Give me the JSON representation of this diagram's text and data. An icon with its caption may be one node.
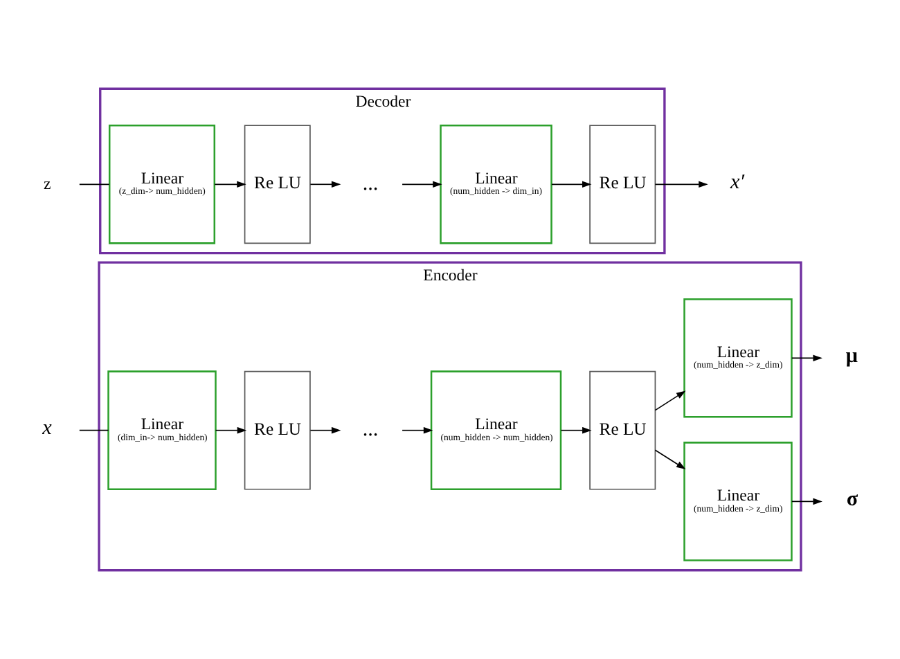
{
  "diagram": {
    "nodes": [
      {
        "text": [
          "Encoder"
        ]
      },
      {
        "text": [
          "x"
        ]
      },
      {
        "text": [
          "Linear",
          "(dim_in-> num_hidden)"
        ],
        "in": 0
      },
      {
        "text": [
          "Re LU"
        ],
        "in": 0
      },
      {
        "text": [
          "..."
        ],
        "in": 0
      },
      {
        "text": [
          "Linear",
          "(num_hidden -> num_hidden)"
        ],
        "in": 0
      },
      {
        "text": [
          "Re LU"
        ],
        "in": 0
      },
      {
        "text": [
          "Linear",
          "(num_hidden -> z_dim)"
        ],
        "in": 0
      },
      {
        "text": [
          "Linear",
          "(num_hidden -> z_dim)"
        ],
        "in": 0
      },
      {
        "text": [
          "μ"
        ]
      },
      {
        "text": [
          "σ"
        ]
      },
      {
        "text": [
          "Decoder"
        ]
      },
      {
        "text": [
          "z"
        ]
      },
      {
        "text": [
          "Linear",
          "(z_dim-> num_hidden)"
        ],
        "in": 11
      },
      {
        "text": [
          "Re LU"
        ],
        "in": 11
      },
      {
        "text": [
          "..."
        ],
        "in": 11
      },
      {
        "text": [
          "Linear",
          "(num_hidden -> dim_in)"
        ],
        "in": 11
      },
      {
        "text": [
          "Re LU"
        ],
        "in": 11
      },
      {
        "text": [
          "x′"
        ]
      }
    ],
    "edges": [
      {
        "from": 1,
        "to": 2,
        "arrow": "none"
      },
      {
        "from": 2,
        "to": 3,
        "arrow": "to"
      },
      {
        "from": 3,
        "to": 4,
        "arrow": "to"
      },
      {
        "from": 4,
        "to": 5,
        "arrow": "to"
      },
      {
        "from": 5,
        "to": 6,
        "arrow": "to"
      },
      {
        "from": 6,
        "to": 7,
        "arrow": "to"
      },
      {
        "from": 6,
        "to": 8,
        "arrow": "to"
      },
      {
        "from": 7,
        "to": 9,
        "arrow": "to"
      },
      {
        "from": 8,
        "to": 10,
        "arrow": "to"
      },
      {
        "from": 12,
        "to": 13,
        "arrow": "none"
      },
      {
        "from": 13,
        "to": 14,
        "arrow": "to"
      },
      {
        "from": 14,
        "to": 15,
        "arrow": "to"
      },
      {
        "from": 15,
        "to": 16,
        "arrow": "to"
      },
      {
        "from": 16,
        "to": 17,
        "arrow": "to"
      },
      {
        "from": 17,
        "to": 18,
        "arrow": "to"
      }
    ]
  }
}
